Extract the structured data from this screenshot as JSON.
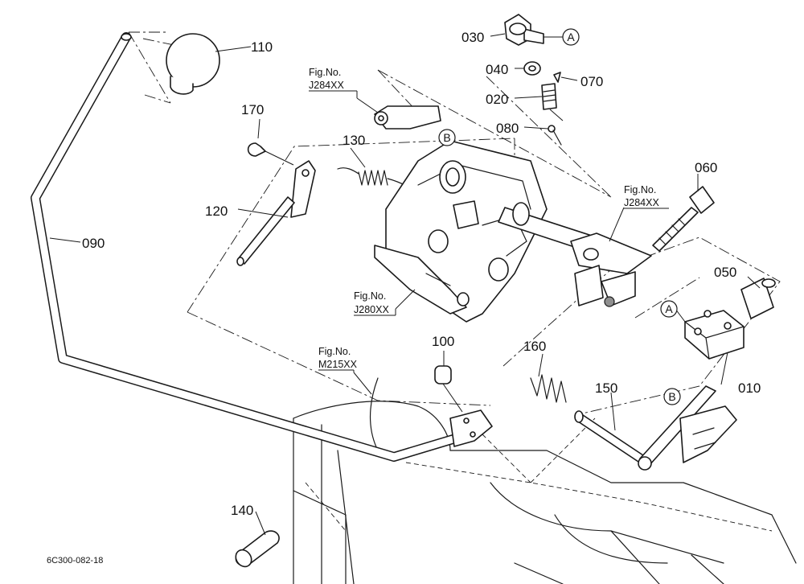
{
  "diagram_code": "6C300-082-18",
  "callouts": {
    "p010": "010",
    "p020": "020",
    "p030": "030",
    "p040": "040",
    "p050": "050",
    "p060": "060",
    "p070": "070",
    "p080": "080",
    "p090": "090",
    "p100": "100",
    "p110": "110",
    "p120": "120",
    "p130": "130",
    "p140": "140",
    "p150": "150",
    "p160": "160",
    "p170": "170"
  },
  "fig_refs": [
    {
      "line1": "Fig.No.",
      "line2": "J284XX"
    },
    {
      "line1": "Fig.No.",
      "line2": "J284XX"
    },
    {
      "line1": "Fig.No.",
      "line2": "J280XX"
    },
    {
      "line1": "Fig.No.",
      "line2": "M215XX"
    }
  ],
  "ref_markers": {
    "a_top": "A",
    "a_block": "A",
    "b_bracket": "B",
    "b_rod": "B"
  }
}
